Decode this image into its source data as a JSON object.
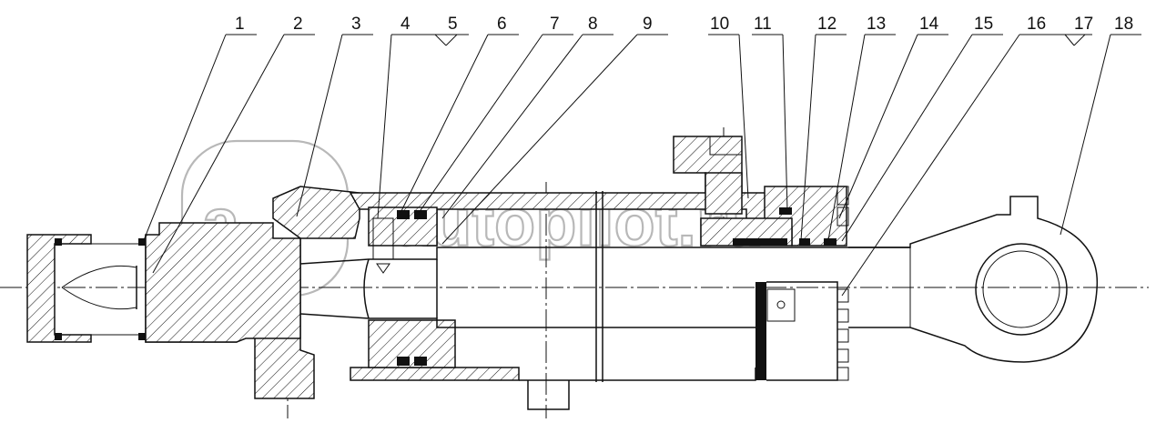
{
  "drawing": {
    "callouts": [
      "1",
      "2",
      "3",
      "4",
      "5",
      "6",
      "7",
      "8",
      "9",
      "10",
      "11",
      "12",
      "13",
      "14",
      "15",
      "16",
      "17",
      "18"
    ]
  },
  "watermark": {
    "letter": "a",
    "text": "autopilot.ru"
  }
}
